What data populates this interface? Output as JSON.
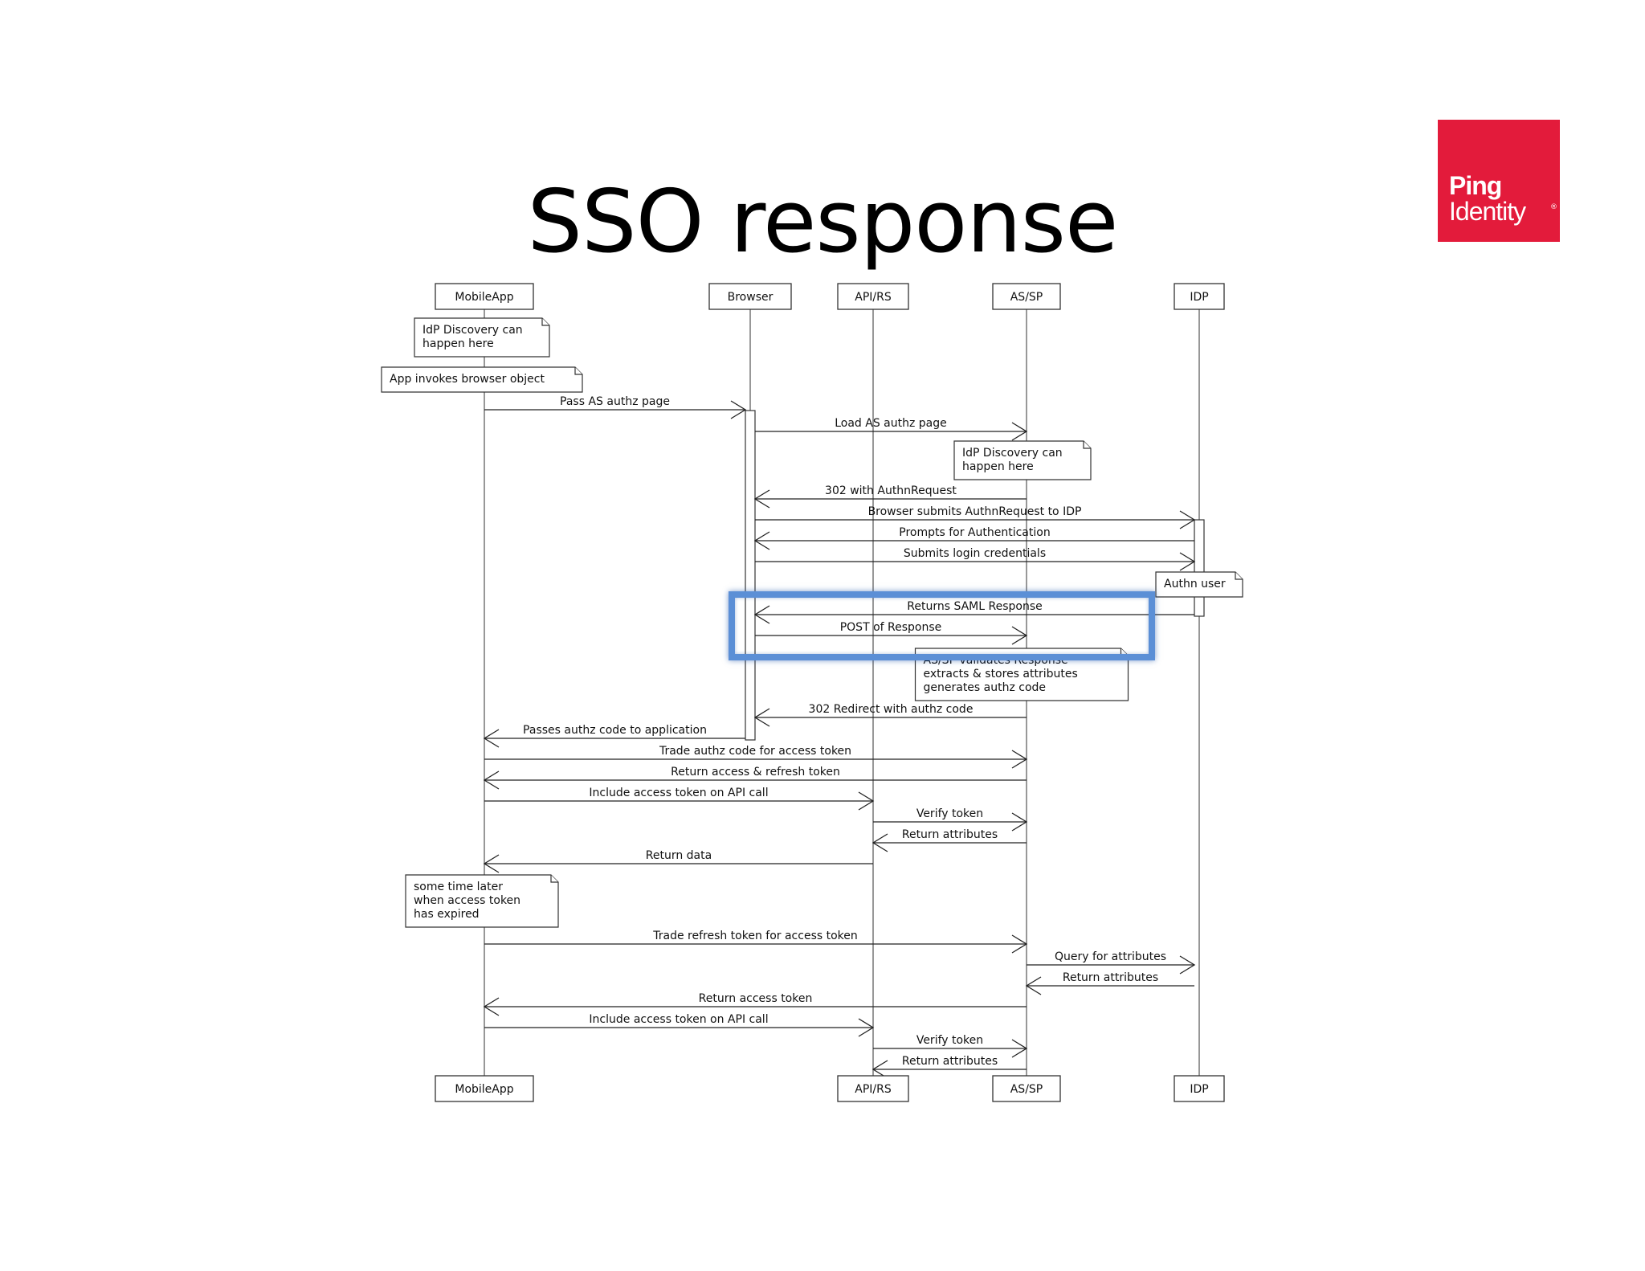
{
  "slide": {
    "title": "SSO response",
    "logo": {
      "line1": "Ping",
      "line2": "Identity",
      "reg": "®",
      "color": "#e31b3b"
    },
    "highlight_color": "#5b8fd6"
  },
  "participants": [
    {
      "id": "mobile",
      "label": "MobileApp"
    },
    {
      "id": "browser",
      "label": "Browser"
    },
    {
      "id": "api",
      "label": "API/RS"
    },
    {
      "id": "assp",
      "label": "AS/SP"
    },
    {
      "id": "idp",
      "label": "IDP"
    }
  ],
  "footer_participants": [
    "MobileApp",
    "API/RS",
    "AS/SP",
    "IDP"
  ],
  "notes": [
    [
      "IdP Discovery can",
      "happen here"
    ],
    [
      "App invokes browser object"
    ],
    [
      "IdP Discovery can",
      "happen here"
    ],
    [
      "Authn user"
    ],
    [
      "AS/SP validates Response",
      "extracts & stores attributes",
      "generates authz code"
    ],
    [
      "some time later",
      "when access token",
      "has expired"
    ]
  ],
  "messages": [
    {
      "label": "Pass AS authz page",
      "from": "mobile",
      "to": "browser"
    },
    {
      "label": "Load AS authz page",
      "from": "browser",
      "to": "assp"
    },
    {
      "label": "302 with AuthnRequest",
      "from": "assp",
      "to": "browser"
    },
    {
      "label": "Browser submits AuthnRequest to IDP",
      "from": "browser",
      "to": "idp"
    },
    {
      "label": "Prompts for Authentication",
      "from": "idp",
      "to": "browser"
    },
    {
      "label": "Submits login credentials",
      "from": "browser",
      "to": "idp"
    },
    {
      "label": "Returns SAML Response",
      "from": "idp",
      "to": "browser"
    },
    {
      "label": "POST of Response",
      "from": "browser",
      "to": "assp"
    },
    {
      "label": "302 Redirect with authz code",
      "from": "assp",
      "to": "browser"
    },
    {
      "label": "Passes authz code to application",
      "from": "browser",
      "to": "mobile"
    },
    {
      "label": "Trade authz code for access token",
      "from": "mobile",
      "to": "assp"
    },
    {
      "label": "Return access & refresh token",
      "from": "assp",
      "to": "mobile"
    },
    {
      "label": "Include access token on API call",
      "from": "mobile",
      "to": "api"
    },
    {
      "label": "Verify token",
      "from": "api",
      "to": "assp"
    },
    {
      "label": "Return attributes",
      "from": "assp",
      "to": "api"
    },
    {
      "label": "Return data",
      "from": "api",
      "to": "mobile"
    },
    {
      "label": "Trade refresh token for access token",
      "from": "mobile",
      "to": "assp"
    },
    {
      "label": "Query for attributes",
      "from": "assp",
      "to": "idp"
    },
    {
      "label": "Return attributes",
      "from": "idp",
      "to": "assp"
    },
    {
      "label": "Return access token",
      "from": "assp",
      "to": "mobile"
    },
    {
      "label": "Include access token on API call",
      "from": "mobile",
      "to": "api"
    },
    {
      "label": "Verify token",
      "from": "api",
      "to": "assp"
    },
    {
      "label": "Return attributes",
      "from": "assp",
      "to": "api"
    }
  ]
}
